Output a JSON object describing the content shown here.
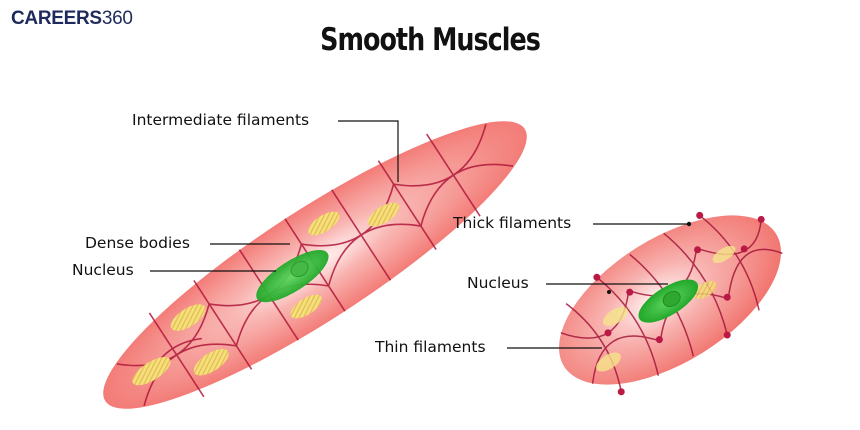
{
  "brand": {
    "logo_bold": "CAREERS",
    "logo_num": "360"
  },
  "title": "Smooth Muscles",
  "labels": {
    "left_cell": {
      "intermediate_filaments": "Intermediate filaments",
      "dense_bodies": "Dense bodies",
      "nucleus": "Nucleus"
    },
    "right_cell": {
      "thick_filaments": "Thick filaments",
      "nucleus": "Nucleus",
      "thin_filaments": "Thin filaments"
    }
  },
  "colors": {
    "cell_fill": "#f47f7b",
    "cell_light": "#fde3e2",
    "network_line": "#b0183a",
    "nucleus": "#3cbf3c",
    "filament_yellow": "#f3e27a",
    "logo": "#1f2a5c"
  }
}
